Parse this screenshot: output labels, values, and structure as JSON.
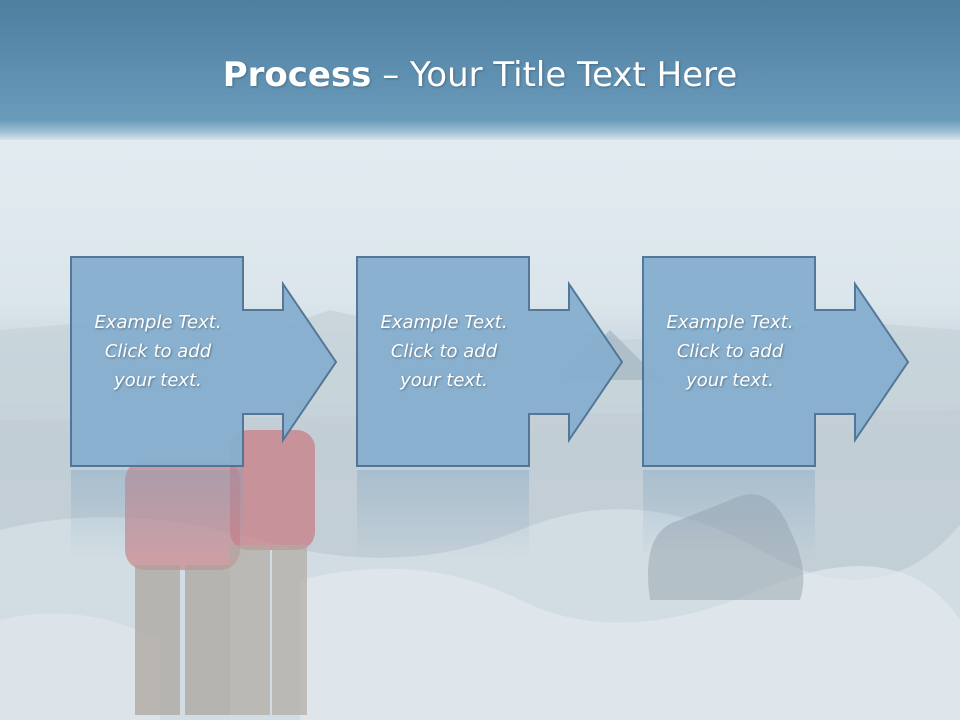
{
  "title": {
    "bold": "Process",
    "rest": " – Your Title Text Here"
  },
  "steps": [
    {
      "line1": "Example Text.",
      "line2": "Click  to add",
      "line3": "your text."
    },
    {
      "line1": "Example Text.",
      "line2": "Click  to add",
      "line3": "your text."
    },
    {
      "line1": "Example Text.",
      "line2": "Click  to add",
      "line3": "your text."
    }
  ],
  "colors": {
    "box_fill": "#86b0cf",
    "box_stroke": "#4e7294",
    "header": "#5c8cad"
  }
}
